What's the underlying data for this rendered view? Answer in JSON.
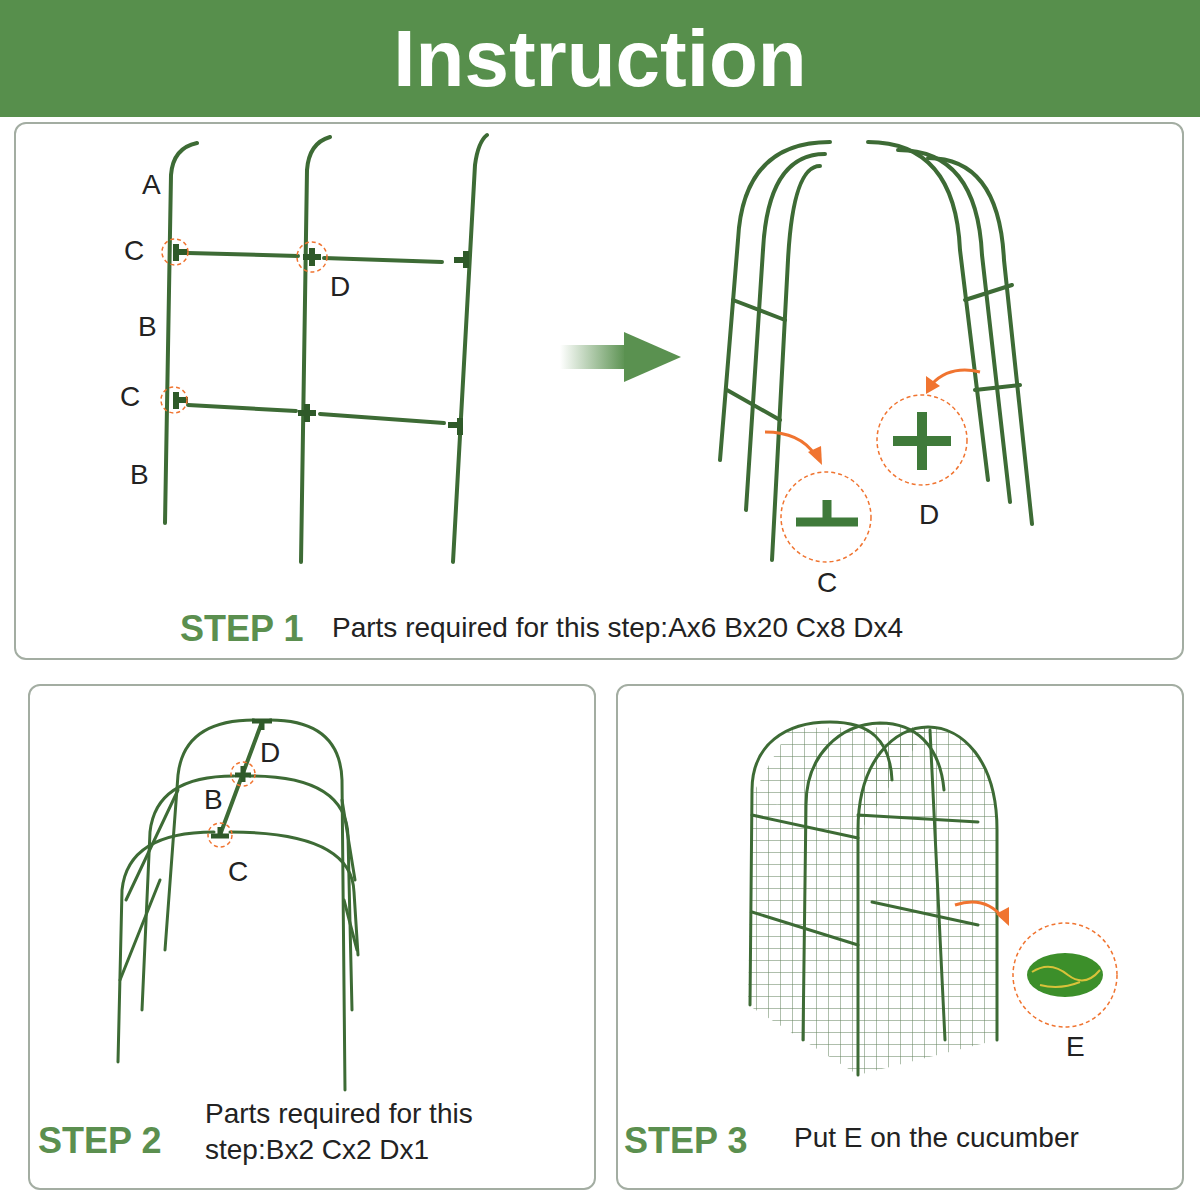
{
  "diagram": {
    "title": "Instruction",
    "nodes": [
      {
        "text": [
          "STEP 1",
          "Parts required for this step:Ax6 Bx20 Cx8 Dx4"
        ]
      },
      {
        "text": [
          "STEP 2",
          "Parts required for this step:Bx2 Cx2 Dx1"
        ]
      },
      {
        "text": [
          "STEP 3",
          "Put E on the cucumber"
        ]
      }
    ],
    "labels": [
      "A",
      "C",
      "B",
      "C",
      "B",
      "D",
      "C",
      "D",
      "D",
      "B",
      "C",
      "E"
    ]
  }
}
